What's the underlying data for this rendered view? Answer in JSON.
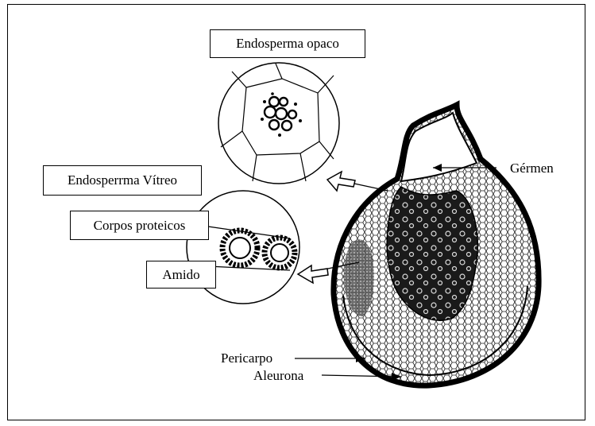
{
  "labels": {
    "endosperma_opaco": "Endosperma opaco",
    "endosperma_vitreo": "Endosperrma Vítreo",
    "corpos_proteicos": "Corpos proteicos",
    "amido": "Amido",
    "germen": "Gérmen",
    "pericarpo": "Pericarpo",
    "aleurona": "Aleurona"
  }
}
